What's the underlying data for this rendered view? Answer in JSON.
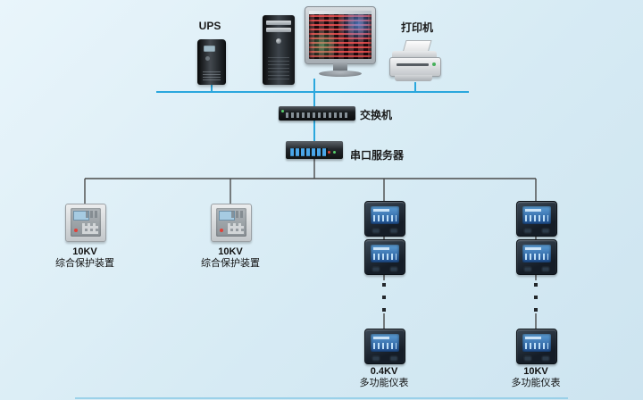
{
  "diagram": {
    "background": "#d7ebf4",
    "colors": {
      "network_line": "#2aa7dd",
      "branch_line": "#4a4a4a",
      "label_text": "#1b1b1b"
    },
    "nodes": {
      "ups": {
        "label": "UPS"
      },
      "printer": {
        "label": "打印机"
      },
      "switch": {
        "label": "交换机"
      },
      "serial_server": {
        "label": "串口服务器"
      },
      "protection_device_1": {
        "label_kv": "10KV",
        "label_name": "综合保护装置"
      },
      "protection_device_2": {
        "label_kv": "10KV",
        "label_name": "综合保护装置"
      },
      "meter_column_1": {
        "label_kv": "0.4KV",
        "label_name": "多功能仪表"
      },
      "meter_column_2": {
        "label_kv": "10KV",
        "label_name": "多功能仪表"
      }
    }
  }
}
